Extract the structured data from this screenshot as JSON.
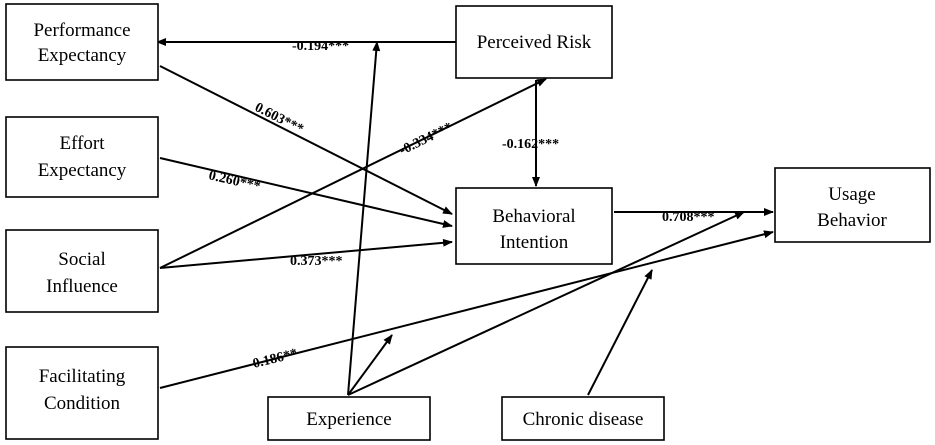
{
  "nodes": {
    "performance_expectancy": {
      "lines": [
        "Performance",
        "Expectancy"
      ]
    },
    "effort_expectancy": {
      "lines": [
        "Effort",
        "Expectancy"
      ]
    },
    "social_influence": {
      "lines": [
        "Social",
        "Influence"
      ]
    },
    "facilitating_condition": {
      "lines": [
        "Facilitating",
        "Condition"
      ]
    },
    "perceived_risk": {
      "lines": [
        "Perceived Risk"
      ]
    },
    "behavioral_intention": {
      "lines": [
        "Behavioral",
        "Intention"
      ]
    },
    "usage_behavior": {
      "lines": [
        "Usage",
        "Behavior"
      ]
    },
    "experience": {
      "lines": [
        "Experience"
      ]
    },
    "chronic_disease": {
      "lines": [
        "Chronic disease"
      ]
    }
  },
  "paths": {
    "pr_to_pe": "-0.194***",
    "pe_to_bi": "0.603***",
    "si_to_pr": "-0.334***",
    "pr_to_bi": "-0.162***",
    "ee_to_bi": "0.260***",
    "si_to_bi": "0.373***",
    "bi_to_ub": "0.708***",
    "fc_to_ub": "0.186**"
  },
  "colors": {
    "line": "#000000",
    "box_fill": "#ffffff"
  }
}
